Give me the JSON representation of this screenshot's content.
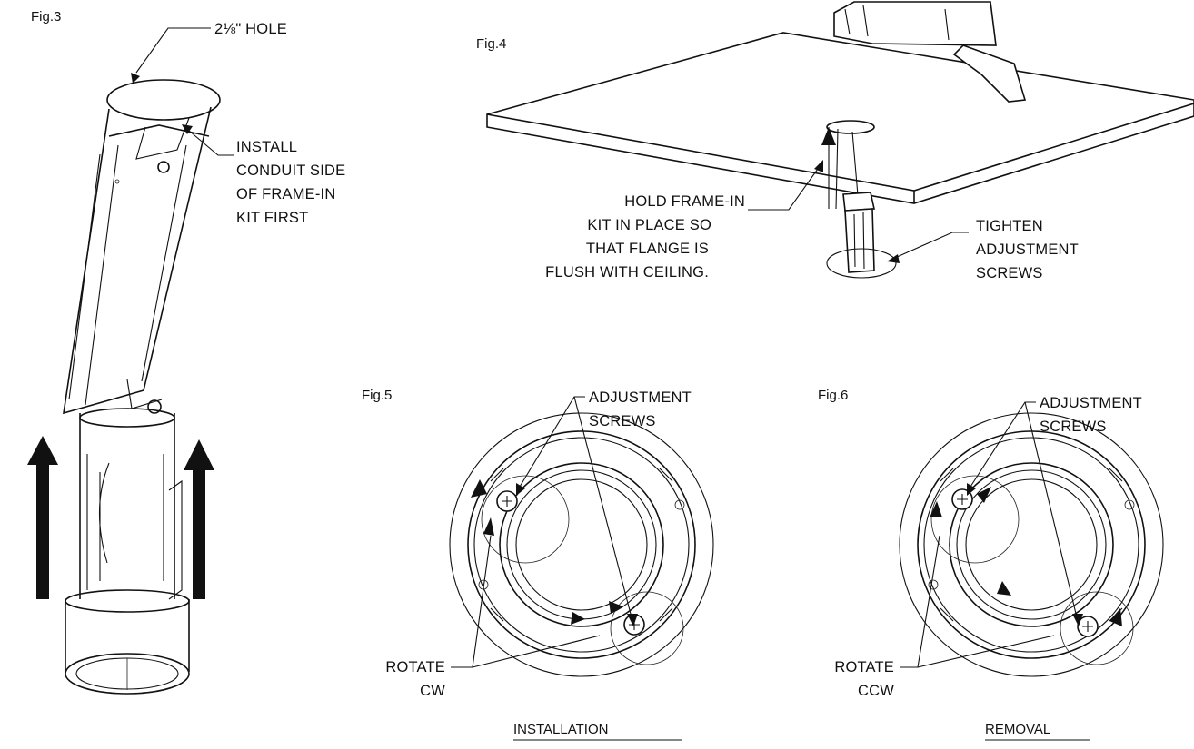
{
  "fig3": {
    "title": "Fig.3",
    "hole_label": "2⅛\" HOLE",
    "note_lines": [
      "INSTALL",
      "CONDUIT SIDE",
      "OF FRAME-IN",
      "KIT FIRST"
    ]
  },
  "fig4": {
    "title": "Fig.4",
    "hold_lines": [
      "HOLD FRAME-IN",
      "KIT IN PLACE SO",
      "THAT FLANGE IS",
      "FLUSH WITH CEILING."
    ],
    "tighten_lines": [
      "TIGHTEN",
      "ADJUSTMENT",
      "SCREWS"
    ]
  },
  "fig5": {
    "title": "Fig.5",
    "screws_lines": [
      "ADJUSTMENT",
      "SCREWS"
    ],
    "rotate_lines": [
      "ROTATE",
      "CW"
    ],
    "caption": "INSTALLATION"
  },
  "fig6": {
    "title": "Fig.6",
    "screws_lines": [
      "ADJUSTMENT",
      "SCREWS"
    ],
    "rotate_lines": [
      "ROTATE",
      "CCW"
    ],
    "caption": "REMOVAL"
  }
}
